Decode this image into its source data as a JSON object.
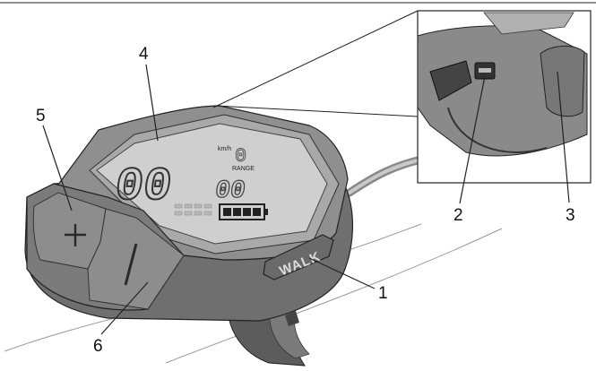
{
  "callouts": {
    "c1": "1",
    "c2": "2",
    "c3": "3",
    "c4": "4",
    "c5": "5",
    "c6": "6"
  },
  "display": {
    "speed_digits": "00",
    "unit": "km/h",
    "range_label": "RANGE",
    "range_digits": "00"
  },
  "buttons": {
    "walk_label": "WALK"
  },
  "colors": {
    "body_dark": "#6e6e6e",
    "body_mid": "#8c8c8c",
    "body_light": "#b5b5b5",
    "lcd_bg": "#cfcfcf",
    "line": "#222222"
  }
}
